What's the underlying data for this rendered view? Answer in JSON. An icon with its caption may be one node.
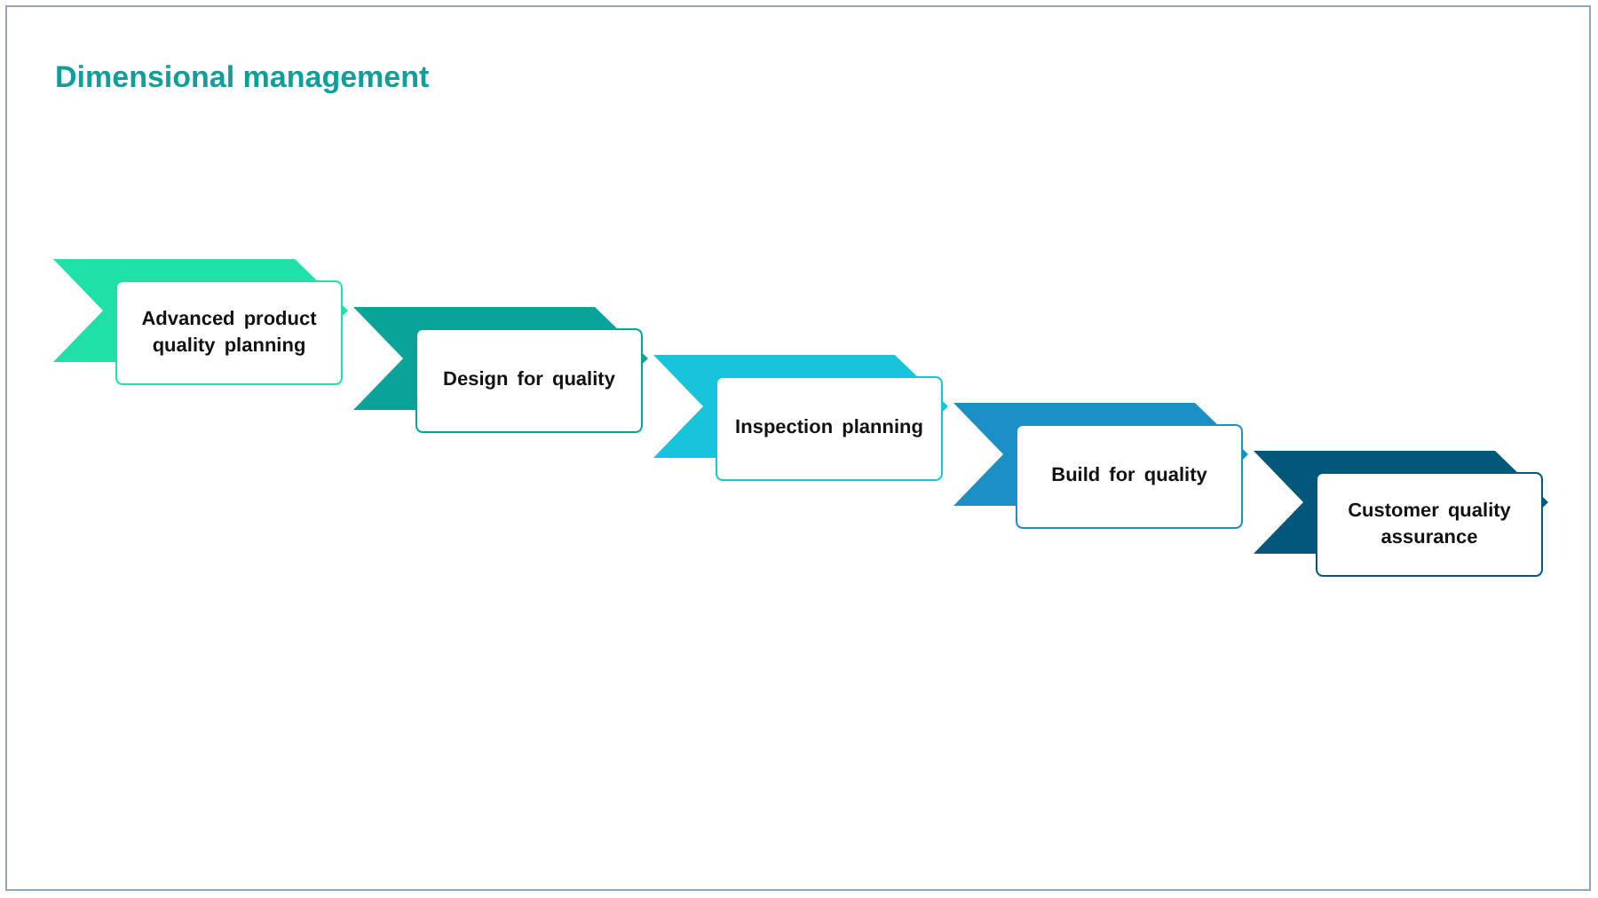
{
  "diagram": {
    "title": "Dimensional management",
    "nodes": [
      {
        "text": [
          "Advanced product quality planning"
        ]
      },
      {
        "text": [
          "Design for quality"
        ]
      },
      {
        "text": [
          "Inspection planning"
        ]
      },
      {
        "text": [
          "Build for quality"
        ]
      },
      {
        "text": [
          "Customer quality assurance"
        ]
      }
    ]
  }
}
